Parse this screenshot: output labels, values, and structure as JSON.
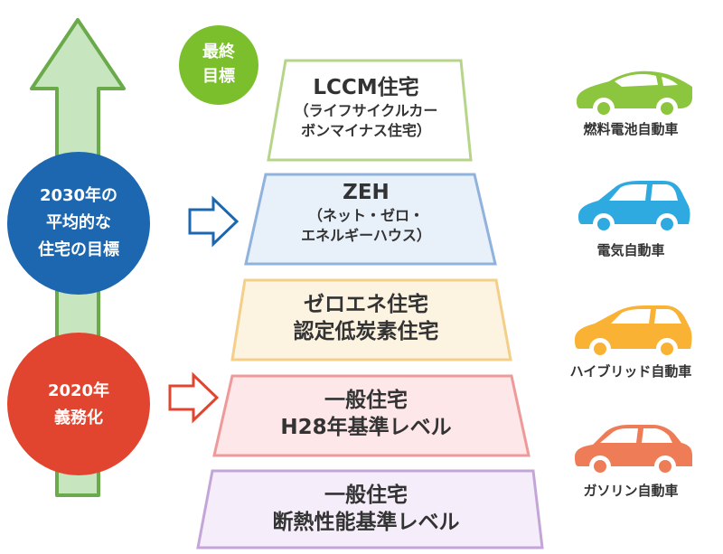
{
  "tiers": [
    {
      "title": "LCCM住宅",
      "sub1": "（ライフサイクルカー",
      "sub2": "ボンマイナス住宅）",
      "border": "#b7d58a",
      "fill": "#ffffff"
    },
    {
      "title": "ZEH",
      "sub1": "（ネット・ゼロ・",
      "sub2": "エネルギーハウス）",
      "border": "#8fb3dc",
      "fill": "#e8f0fa"
    },
    {
      "line1": "ゼロエネ住宅",
      "line2": "認定低炭素住宅",
      "border": "#f3cf8a",
      "fill": "#fdf3e1"
    },
    {
      "line1": "一般住宅",
      "line2": "H28年基準レベル",
      "border": "#ef9a9a",
      "fill": "#fde7e9"
    },
    {
      "line1": "一般住宅",
      "line2": "断熱性能基準レベル",
      "border": "#c4a5d8",
      "fill": "#f5eefa"
    }
  ],
  "badges": {
    "final_goal": {
      "line1": "最終",
      "line2": "目標",
      "color": "#7bbf2d"
    },
    "goal_2030": {
      "line1": "2030年の",
      "line2": "平均的な",
      "line3": "住宅の目標",
      "color": "#1c67b0"
    },
    "mandate_2020": {
      "line1": "2020年",
      "line2": "義務化",
      "color": "#e2452f"
    }
  },
  "cars": [
    {
      "label": "燃料電池自動車",
      "icon": "sports-car-icon",
      "color": "#8cc63f"
    },
    {
      "label": "電気自動車",
      "icon": "hatchback-car-icon",
      "color": "#2eaae1"
    },
    {
      "label": "ハイブリッド自動車",
      "icon": "hybrid-car-icon",
      "color": "#f9b233"
    },
    {
      "label": "ガソリン自動車",
      "icon": "sedan-car-icon",
      "color": "#ee7d57"
    }
  ],
  "arrows": {
    "vertical_color": "#c7e6bf",
    "vertical_border": "#6aaa4a",
    "blue_arrow": "#1c67b0",
    "red_arrow": "#e2452f"
  }
}
